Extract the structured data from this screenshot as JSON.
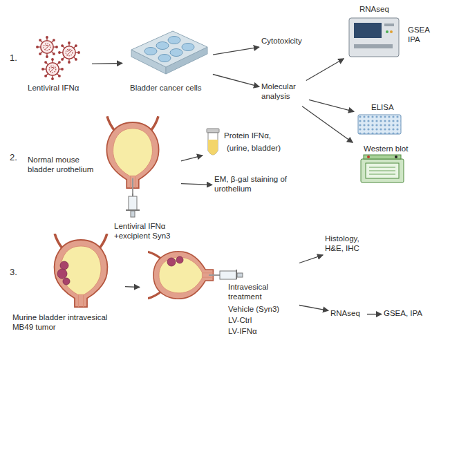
{
  "diagram": {
    "nodes": [
      {
        "text": [
          "Lentiviral IFNα"
        ]
      },
      {
        "text": [
          "Bladder cancer cells"
        ]
      },
      {
        "text": [
          "Cytotoxicity"
        ]
      },
      {
        "text": [
          "Molecular analysis"
        ]
      },
      {
        "text": [
          "RNAseq",
          "GSEA IPA"
        ]
      },
      {
        "text": [
          "ELISA"
        ]
      },
      {
        "text": [
          "Western blot"
        ]
      },
      {
        "text": [
          "Normal mouse bladder urothelium",
          "Lentiviral IFNα +excipient Syn3"
        ]
      },
      {
        "text": [
          "Protein IFNα,",
          "(urine, bladder)"
        ]
      },
      {
        "text": [
          "EM, β-gal staining of urothelium"
        ]
      },
      {
        "text": [
          "Murine bladder intravesical MB49 tumor"
        ]
      },
      {
        "text": [
          "Intravesical treatment",
          "Vehicle (Syn3)",
          "LV-Ctrl",
          "LV-IFNα"
        ]
      },
      {
        "text": [
          "Histology, H&E, IHC"
        ]
      },
      {
        "text": [
          "RNAseq"
        ]
      },
      {
        "text": [
          "GSEA, IPA"
        ]
      }
    ],
    "edges": [
      {
        "from": 0,
        "to": 1,
        "arrow": "to"
      },
      {
        "from": 1,
        "to": 2,
        "arrow": "to"
      },
      {
        "from": 1,
        "to": 3,
        "arrow": "to"
      },
      {
        "from": 3,
        "to": 4,
        "arrow": "to"
      },
      {
        "from": 3,
        "to": 5,
        "arrow": "to"
      },
      {
        "from": 3,
        "to": 6,
        "arrow": "to"
      },
      {
        "from": 7,
        "to": 8,
        "arrow": "to"
      },
      {
        "from": 7,
        "to": 9,
        "arrow": "to"
      },
      {
        "from": 10,
        "to": 11,
        "arrow": "to"
      },
      {
        "from": 11,
        "to": 12,
        "arrow": "to"
      },
      {
        "from": 11,
        "to": 13,
        "arrow": "to"
      },
      {
        "from": 13,
        "to": 14,
        "arrow": "to"
      }
    ],
    "labels": [
      "1.",
      "2.",
      "3."
    ]
  }
}
